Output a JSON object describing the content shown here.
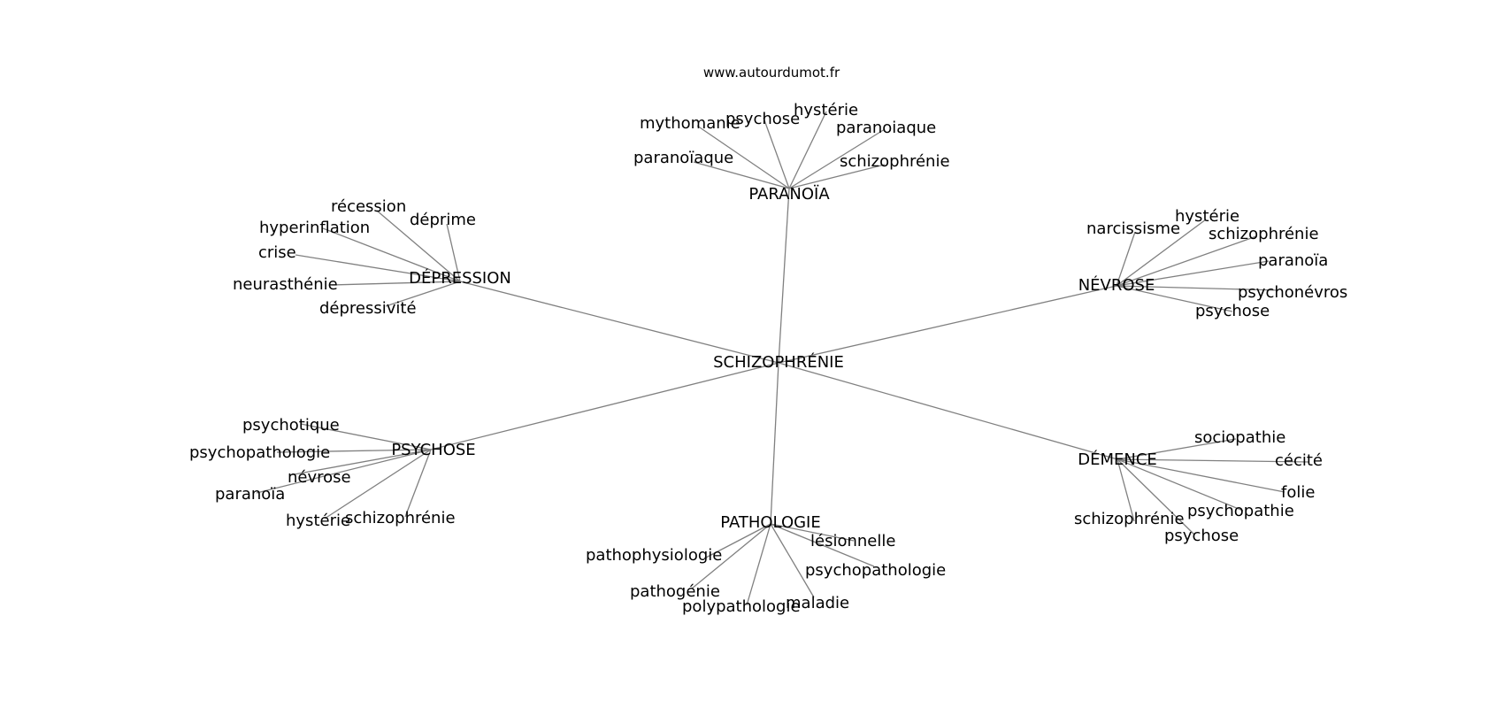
{
  "site": "www.autourdumot.fr",
  "root": "SCHIZOPHRÉNIE",
  "groups": [
    {
      "hub": "PARANOÏA",
      "leaves": [
        "mythomanie",
        "psychose",
        "hystérie",
        "paranoiaque",
        "paranoïaque",
        "schizophrénie"
      ]
    },
    {
      "hub": "DÉPRESSION",
      "leaves": [
        "récession",
        "déprime",
        "hyperinflation",
        "crise",
        "neurasthénie",
        "dépressivité"
      ]
    },
    {
      "hub": "NÉVROSE",
      "leaves": [
        "narcissisme",
        "hystérie",
        "schizophrénie",
        "paranoïa",
        "psychonévros",
        "psychose"
      ]
    },
    {
      "hub": "PSYCHOSE",
      "leaves": [
        "psychotique",
        "psychopathologie",
        "névrose",
        "paranoïa",
        "hystérie",
        "schizophrénie"
      ]
    },
    {
      "hub": "DÉMENCE",
      "leaves": [
        "sociopathie",
        "cécité",
        "folie",
        "psychopathie",
        "schizophrénie",
        "psychose"
      ]
    },
    {
      "hub": "PATHOLOGIE",
      "leaves": [
        "lésionnelle",
        "pathophysiologie",
        "psychopathologie",
        "pathogénie",
        "polypathologie",
        "maladie"
      ]
    }
  ]
}
